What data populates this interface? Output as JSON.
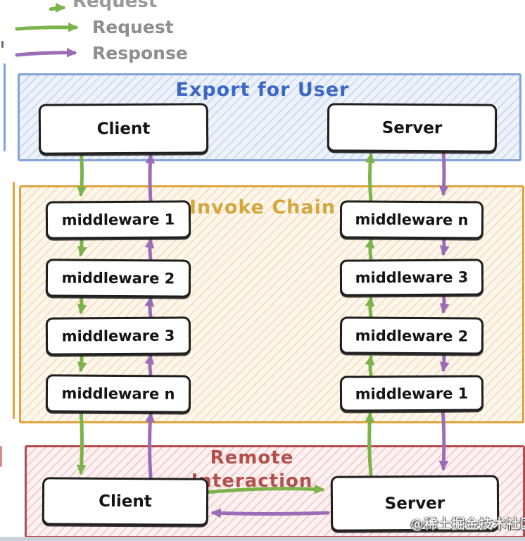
{
  "colors": {
    "request_green": "#7cb34a",
    "response_purple": "#9c6cb6",
    "legend_text_gray": "#8e8e8e",
    "export_border_blue": "#82a3d6",
    "export_title_blue": "#3b67c6",
    "invoke_border_orange": "#e1a33c",
    "invoke_title_gold": "#d5a63e",
    "remote_border_red": "#b64b4e",
    "remote_title_red": "#b2504c",
    "box_border_black": "#1e1e1e"
  },
  "legend": {
    "clipped_top_label": "Request",
    "request_label": "Request",
    "response_label": "Response"
  },
  "sections": {
    "export": {
      "title": "Export for User",
      "client_label": "Client",
      "server_label": "Server"
    },
    "invoke": {
      "title": "Invoke Chain",
      "left_chain": [
        "middleware 1",
        "middleware 2",
        "middleware 3",
        "middleware n"
      ],
      "right_chain": [
        "middleware n",
        "middleware 3",
        "middleware 2",
        "middleware 1"
      ]
    },
    "remote": {
      "title_line1": "Remote",
      "title_line2": "Interaction",
      "client_label": "Client",
      "server_label": "Server"
    }
  },
  "watermark": "@稀土掘金技术社区"
}
